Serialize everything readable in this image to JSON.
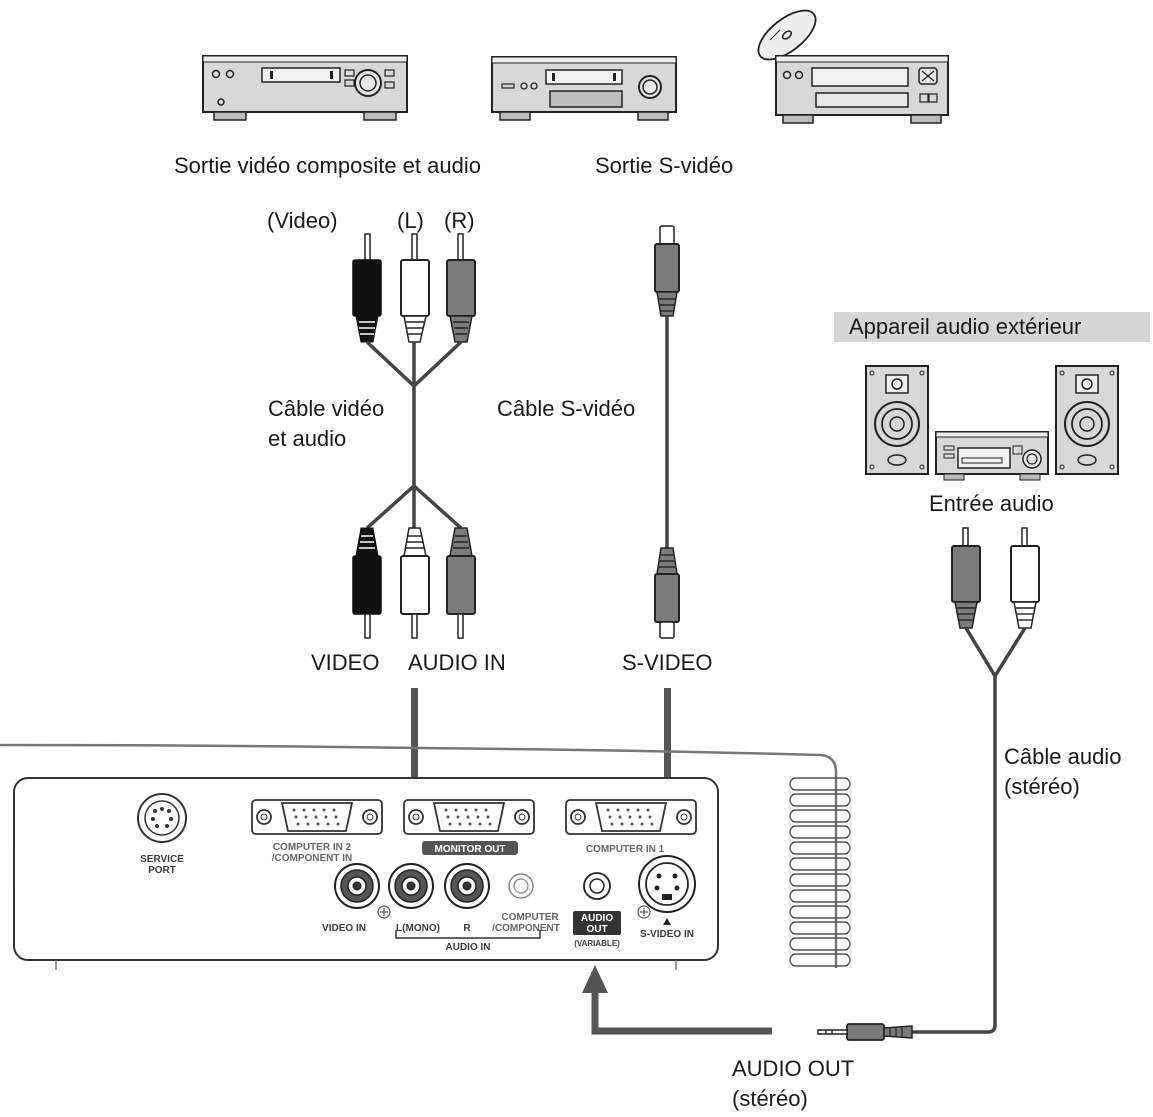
{
  "labels": {
    "composite_source": "Sortie vidéo composite et audio",
    "svideo_source": "Sortie S-vidéo",
    "plug_video": "(Video)",
    "plug_l": "(L)",
    "plug_r": "(R)",
    "av_cable_line1": "Câble vidéo",
    "av_cable_line2": "et audio",
    "svideo_cable": "Câble S-vidéo",
    "external_audio": "Appareil audio extérieur",
    "audio_input": "Entrée audio",
    "jack_video": "VIDEO",
    "jack_audio_in": "AUDIO IN",
    "jack_svideo": "S-VIDEO",
    "audio_cable_line1": "Câble audio",
    "audio_cable_line2": "(stéréo)",
    "audio_out_line1": "AUDIO OUT",
    "audio_out_line2": "(stéréo)"
  },
  "panel": {
    "service_port_1": "SERVICE",
    "service_port_2": "PORT",
    "computer_in2_1": "COMPUTER IN 2",
    "computer_in2_2": "/COMPONENT IN",
    "monitor_out": "MONITOR OUT",
    "computer_in1": "COMPUTER IN 1",
    "video_in": "VIDEO IN",
    "l_mono": "L(MONO)",
    "r": "R",
    "computer_1": "COMPUTER",
    "computer_2": "/COMPONENT",
    "audio_in_bracket": "AUDIO IN",
    "audio_out_1": "AUDIO",
    "audio_out_2": "OUT",
    "variable": "(VARIABLE)",
    "svideo_in": "S-VIDEO IN"
  }
}
